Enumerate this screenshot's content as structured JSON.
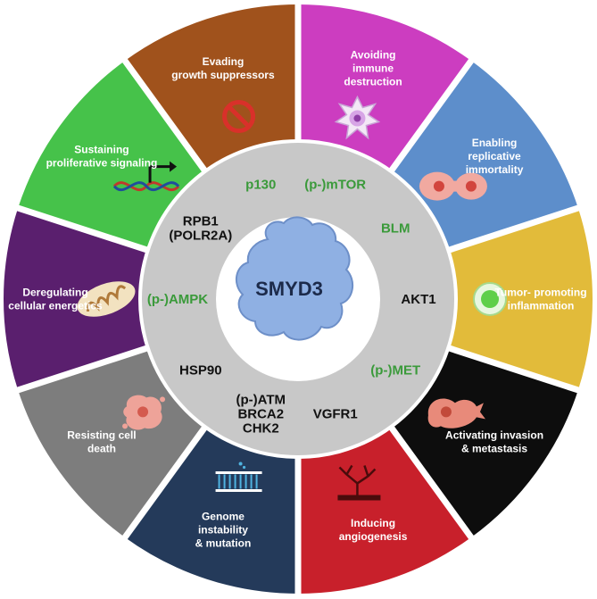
{
  "center": {
    "label": "SMYD3",
    "color": "#8fb0e3"
  },
  "colors": {
    "inner_ring": "#c8c8c8",
    "separator": "#ffffff",
    "protein_green": "#3a9a3a",
    "protein_black": "#111111"
  },
  "segments": [
    {
      "key": "proliferative",
      "lines": [
        "Sustaining",
        "proliferative signaling"
      ],
      "color": "#46c24a",
      "icon": "dna-arrow-icon",
      "protein": [
        "RPB1",
        "(POLR2A)"
      ],
      "protein_color": "black"
    },
    {
      "key": "growth-suppressors",
      "lines": [
        "Evading",
        "growth suppressors"
      ],
      "color": "#a0521c",
      "icon": "prohibition-icon",
      "protein": [
        "p130"
      ],
      "protein_color": "green"
    },
    {
      "key": "immune",
      "lines": [
        "Avoiding",
        "immune",
        "destruction"
      ],
      "color": "#cc3dc0",
      "icon": "immune-cell-icon",
      "protein": [
        "(p-)mTOR"
      ],
      "protein_color": "green"
    },
    {
      "key": "immortality",
      "lines": [
        "Enabling",
        "replicative",
        "immortality"
      ],
      "color": "#5d8ecb",
      "icon": "dividing-cell-icon",
      "protein": [
        "BLM"
      ],
      "protein_color": "green"
    },
    {
      "key": "inflammation",
      "lines": [
        "Tumor- promoting",
        "inflammation"
      ],
      "color": "#e2bb3a",
      "icon": "inflammatory-cell-icon",
      "protein": [
        "AKT1"
      ],
      "protein_color": "black"
    },
    {
      "key": "invasion",
      "lines": [
        "Activating invasion",
        "& metastasis"
      ],
      "color": "#0d0d0d",
      "icon": "metastasis-cell-icon",
      "protein": [
        "(p-)MET"
      ],
      "protein_color": "green"
    },
    {
      "key": "angiogenesis",
      "lines": [
        "Inducing",
        "angiogenesis"
      ],
      "color": "#c8202b",
      "icon": "blood-vessel-icon",
      "protein": [
        "VGFR1"
      ],
      "protein_color": "black"
    },
    {
      "key": "genome",
      "lines": [
        "Genome",
        "instability",
        "& mutation"
      ],
      "color": "#243a5a",
      "icon": "broken-dna-icon",
      "protein": [
        "(p-)ATM",
        "BRCA2",
        "CHK2"
      ],
      "protein_color": "black"
    },
    {
      "key": "cell-death",
      "lines": [
        "Resisting cell",
        "death"
      ],
      "color": "#7d7d7d",
      "icon": "apoptotic-cell-icon",
      "protein": [
        "HSP90"
      ],
      "protein_color": "black"
    },
    {
      "key": "energetics",
      "lines": [
        "Deregulating",
        "cellular  energetics"
      ],
      "color": "#5a1f6e",
      "icon": "mitochondrion-icon",
      "protein": [
        "(p-)AMPK"
      ],
      "protein_color": "green"
    }
  ]
}
